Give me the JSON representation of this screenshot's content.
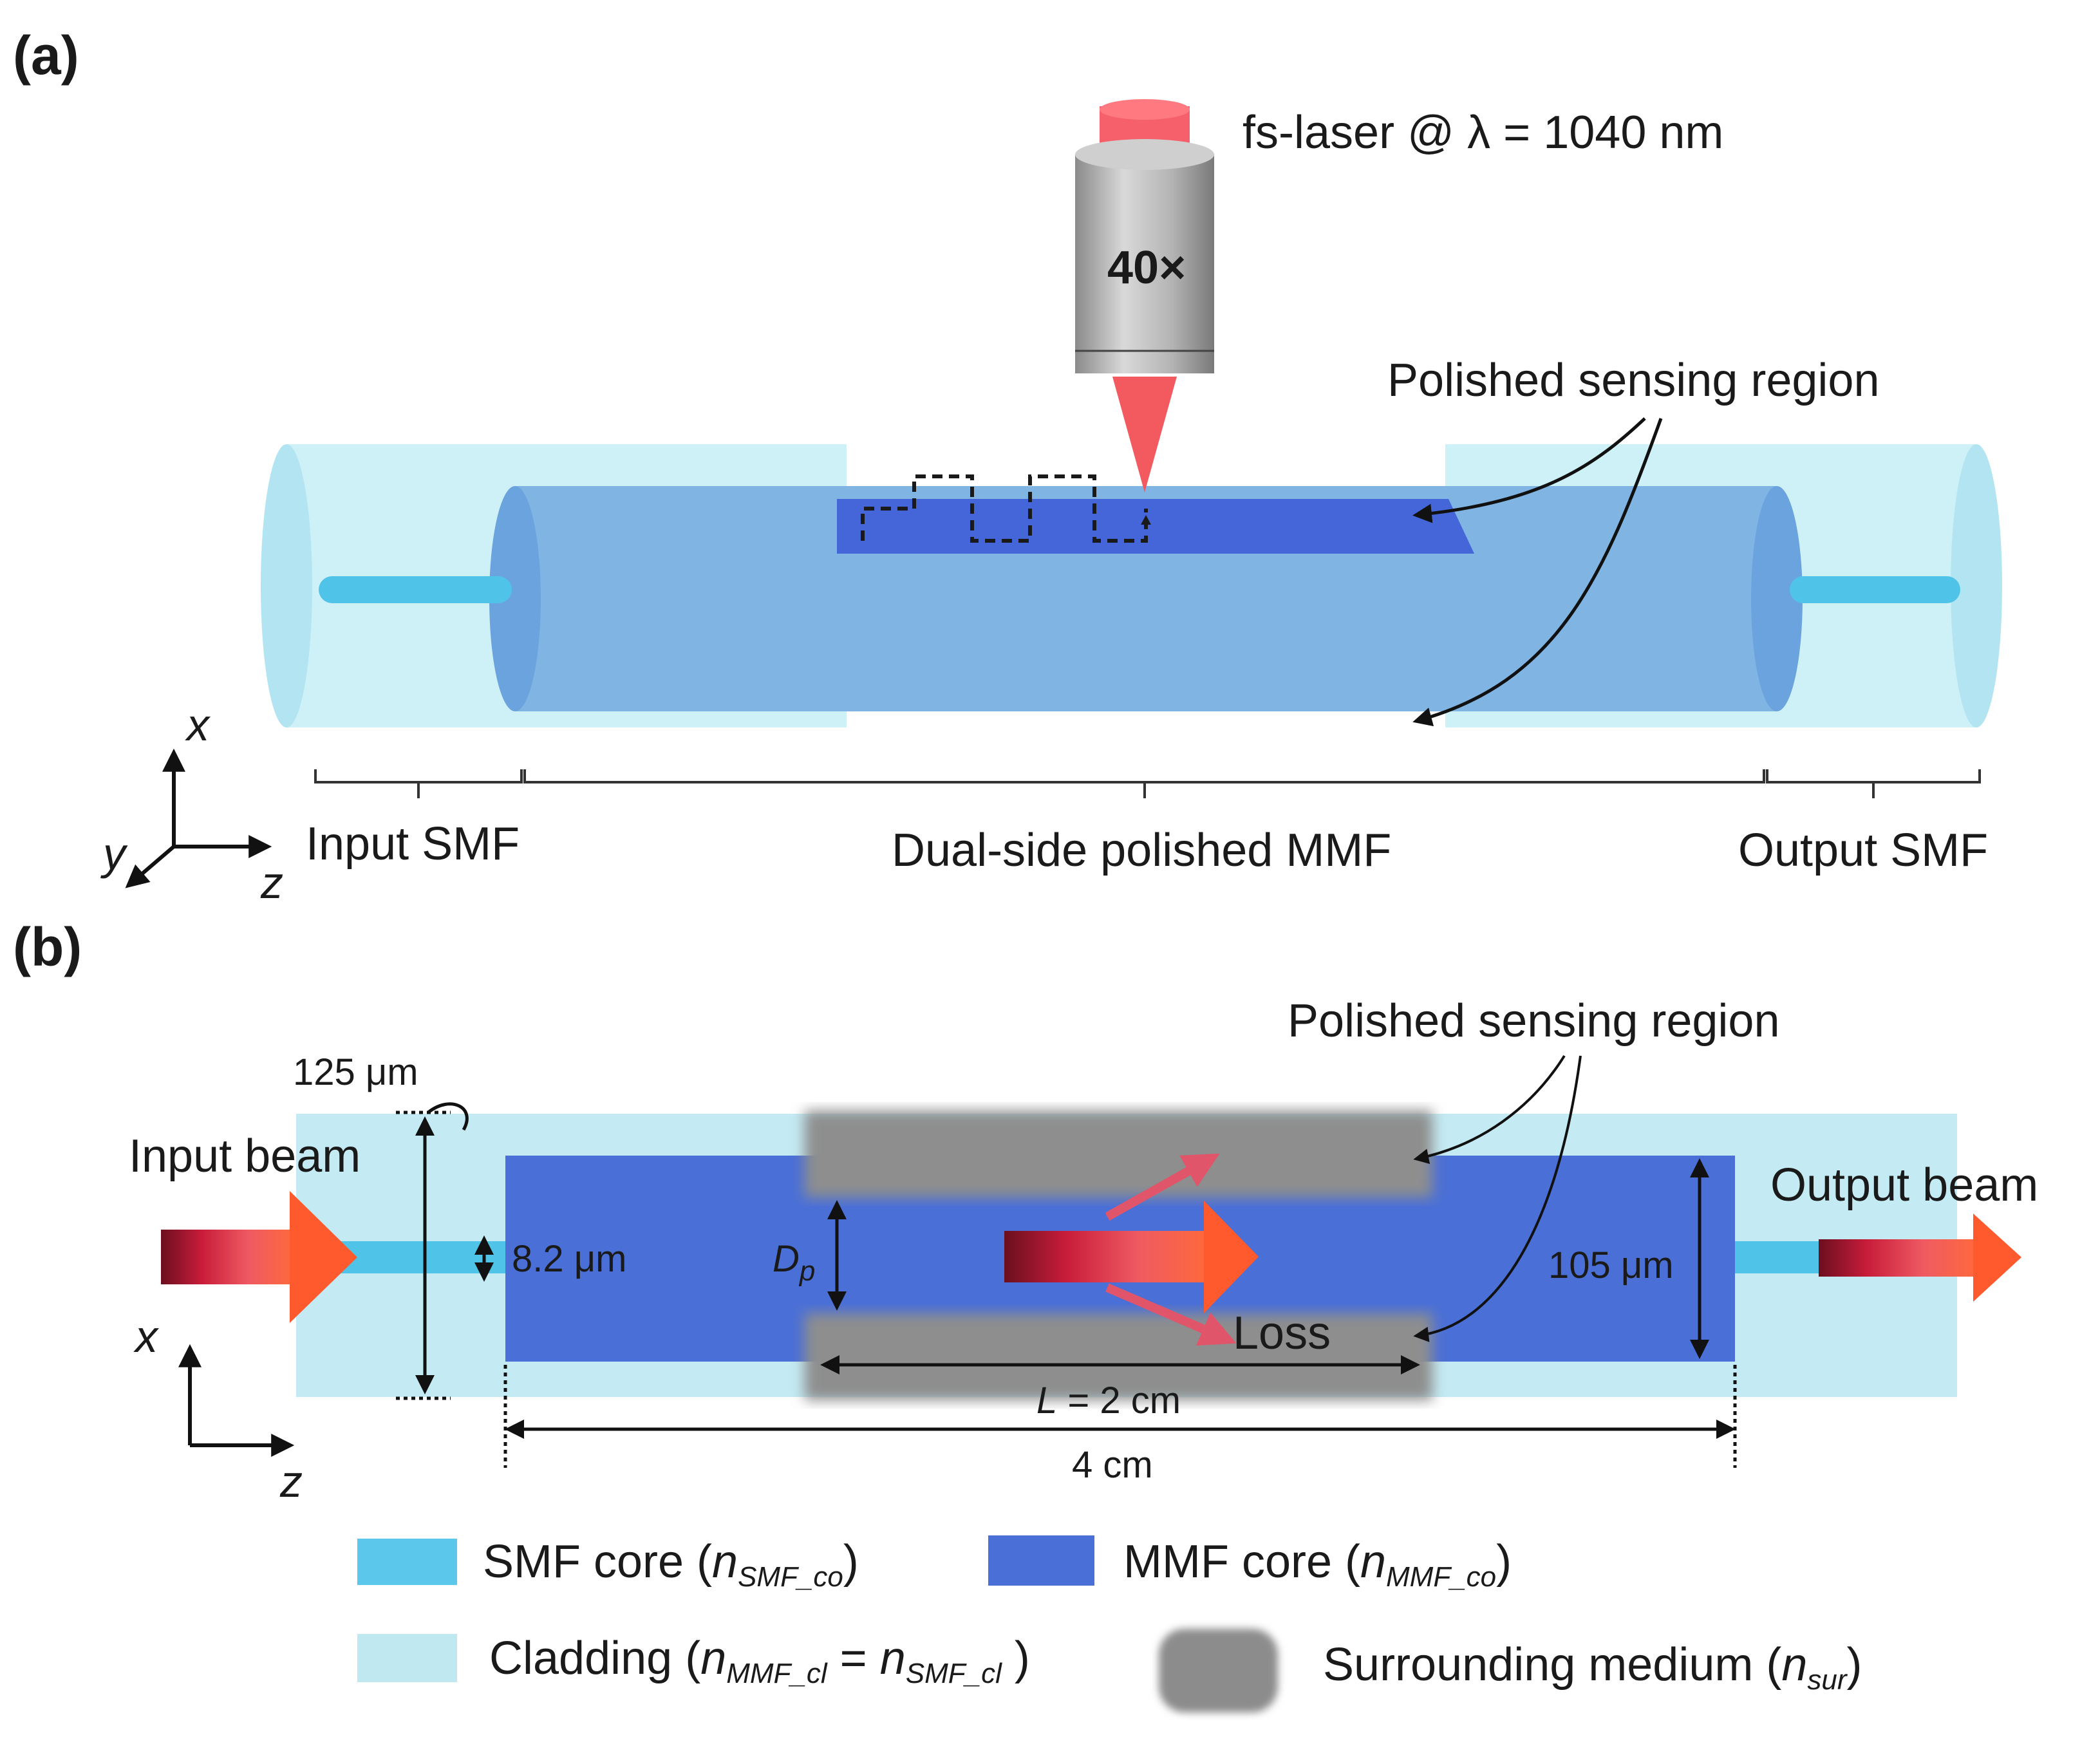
{
  "panel_a": {
    "label": "(a)",
    "laser_label": "fs-laser @ λ = 1040 nm",
    "objective_label": "40×",
    "sensing_region_label": "Polished sensing region",
    "axes": {
      "x": "x",
      "y": "y",
      "z": "z"
    },
    "sections": {
      "input": "Input SMF",
      "middle": "Dual-side polished MMF",
      "output": "Output SMF"
    }
  },
  "panel_b": {
    "label": "(b)",
    "sensing_region_label": "Polished sensing region",
    "input_beam": "Input beam",
    "output_beam": "Output beam",
    "cladding_diameter": "125 μm",
    "smf_core_diameter": "8.2 μm",
    "mmf_core_diameter": "105 μm",
    "polish_depth": {
      "main": "D",
      "sub": "p"
    },
    "sensing_length": {
      "var": "L",
      "rest": " = 2 cm"
    },
    "total_length": "4 cm",
    "loss_label": "Loss",
    "axes": {
      "x": "x",
      "z": "z"
    }
  },
  "legend": {
    "smf_core": {
      "text": "SMF core (",
      "var": "n",
      "sub": "SMF_co",
      "close": ")",
      "color": "#5bc8eb"
    },
    "mmf_core": {
      "text": "MMF core (",
      "var": "n",
      "sub": "MMF_co",
      "close": ")",
      "color": "#4a6fd6"
    },
    "cladding": {
      "text": "Cladding (",
      "var1": "n",
      "sub1": "MMF_cl",
      "eq": " = ",
      "var2": "n",
      "sub2": "SMF_cl",
      "close": " )",
      "color": "#bfe8f1"
    },
    "surrounding": {
      "text": "Surrounding medium (",
      "var": "n",
      "sub": "sur",
      "close": ")",
      "color": "#8c8c8c"
    }
  }
}
